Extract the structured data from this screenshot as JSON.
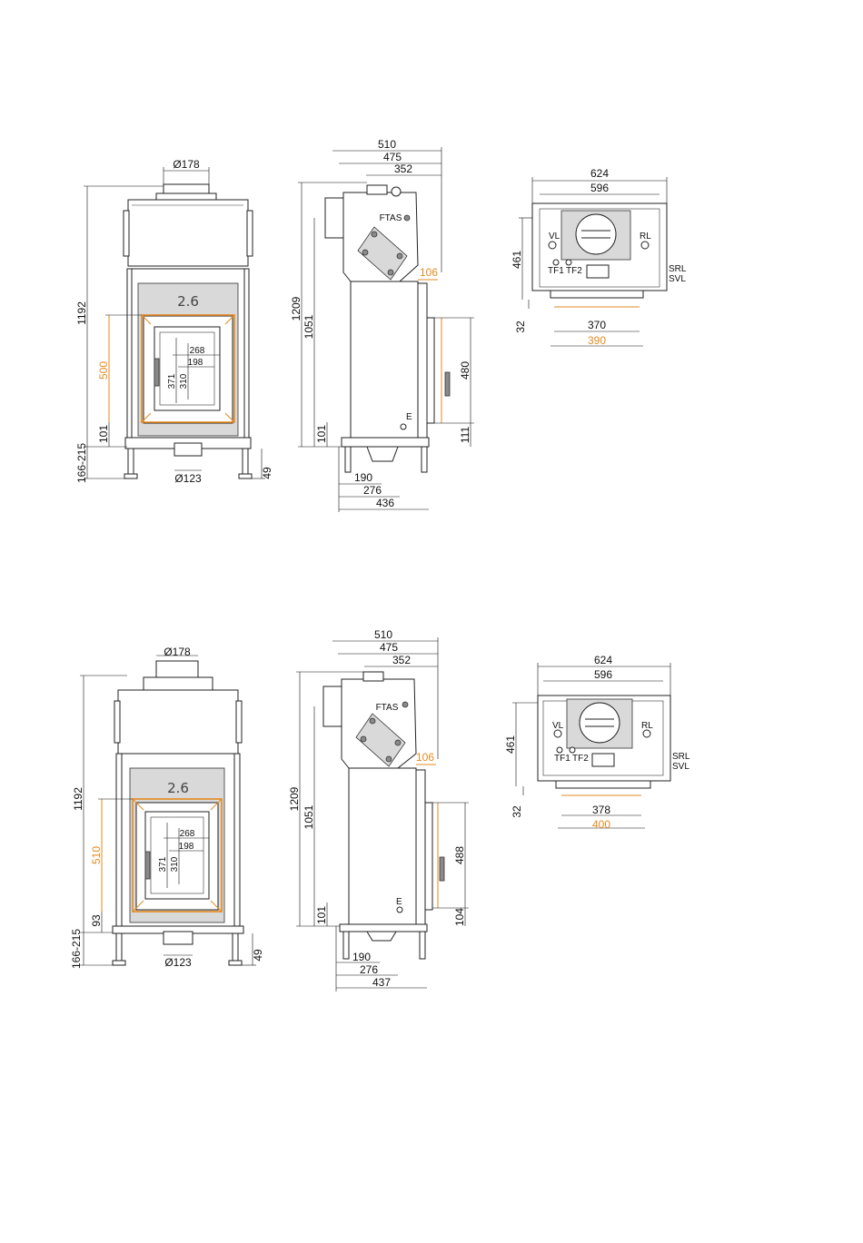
{
  "colors": {
    "line": "#222222",
    "accent_orange": "#E58A1F",
    "background": "#ffffff"
  },
  "drawings": [
    {
      "front": {
        "flue_diameter": "Ø178",
        "height_total": "1192",
        "model_label": "2.6",
        "glass_height": "500",
        "door_width_outer": "268",
        "door_width_inner": "198",
        "door_height_outer": "371",
        "door_height_inner": "310",
        "bottom_offset": "101",
        "leg_range": "166-215",
        "leg_height": "49",
        "air_diameter": "Ø123"
      },
      "side": {
        "depth_total": "510",
        "depth_mid": "475",
        "depth_flue": "352",
        "label_ftas": "FTAS",
        "height_total": "1209",
        "height_inner": "1051",
        "bottom_offset": "101",
        "door_offset": "106",
        "glass_height": "480",
        "glass_bottom": "111",
        "label_e": "E",
        "base_190": "190",
        "base_276": "276",
        "base_total": "436"
      },
      "top": {
        "width_total": "624",
        "width_inner": "596",
        "depth": "461",
        "offset": "32",
        "label_vl": "VL",
        "label_rl": "RL",
        "label_tf1": "TF1",
        "label_tf2": "TF2",
        "label_srl": "SRL",
        "label_svl": "SVL",
        "front_width": "370",
        "front_width_outer": "390"
      }
    },
    {
      "front": {
        "flue_diameter": "Ø178",
        "height_total": "1192",
        "model_label": "2.6",
        "glass_height": "510",
        "door_width_outer": "268",
        "door_width_inner": "198",
        "door_height_outer": "371",
        "door_height_inner": "310",
        "bottom_offset": "93",
        "leg_range": "166-215",
        "leg_height": "49",
        "air_diameter": "Ø123"
      },
      "side": {
        "depth_total": "510",
        "depth_mid": "475",
        "depth_flue": "352",
        "label_ftas": "FTAS",
        "height_total": "1209",
        "height_inner": "1051",
        "bottom_offset": "101",
        "door_offset": "106",
        "glass_height": "488",
        "glass_bottom": "104",
        "label_e": "E",
        "base_190": "190",
        "base_276": "276",
        "base_total": "437"
      },
      "top": {
        "width_total": "624",
        "width_inner": "596",
        "depth": "461",
        "offset": "32",
        "label_vl": "VL",
        "label_rl": "RL",
        "label_tf1": "TF1",
        "label_tf2": "TF2",
        "label_srl": "SRL",
        "label_svl": "SVL",
        "front_width": "378",
        "front_width_outer": "400"
      }
    }
  ]
}
